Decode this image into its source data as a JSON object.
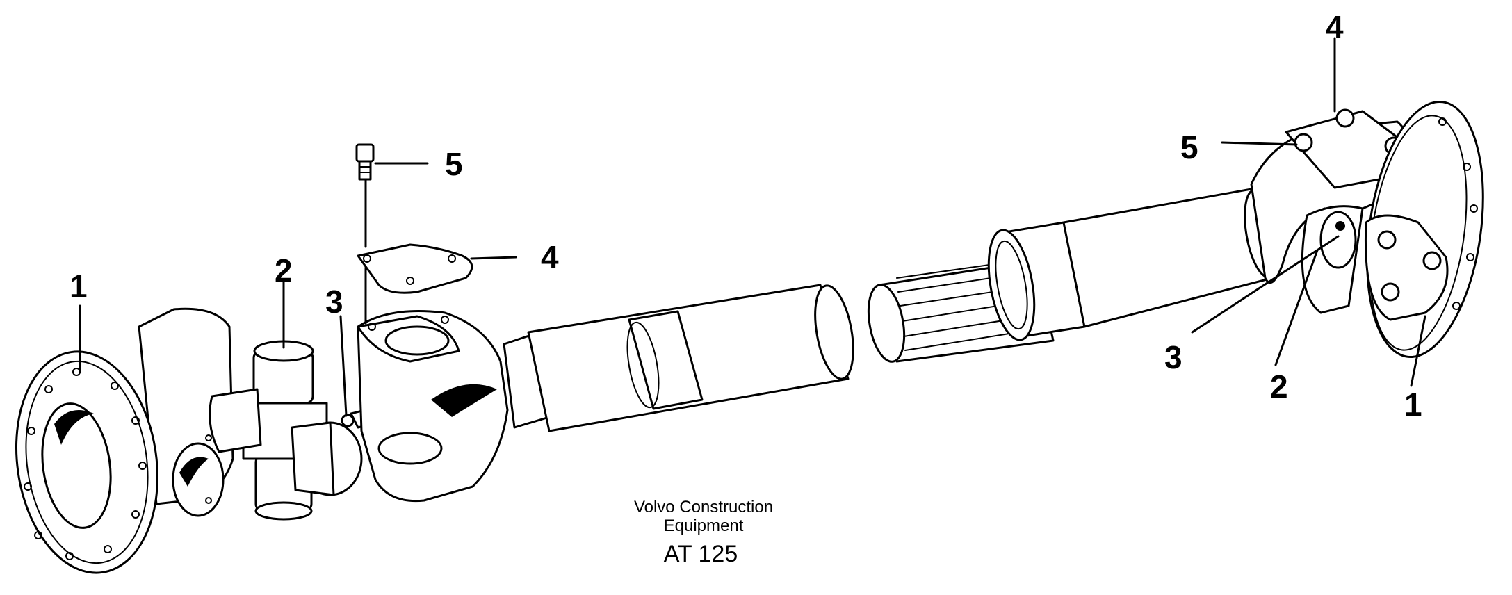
{
  "callouts": {
    "left": [
      "1",
      "2",
      "3",
      "4",
      "5"
    ],
    "right": [
      "1",
      "2",
      "3",
      "4",
      "5"
    ]
  },
  "caption": {
    "line1": "Volvo Construction",
    "line2": "Equipment",
    "code": "AT 125"
  }
}
